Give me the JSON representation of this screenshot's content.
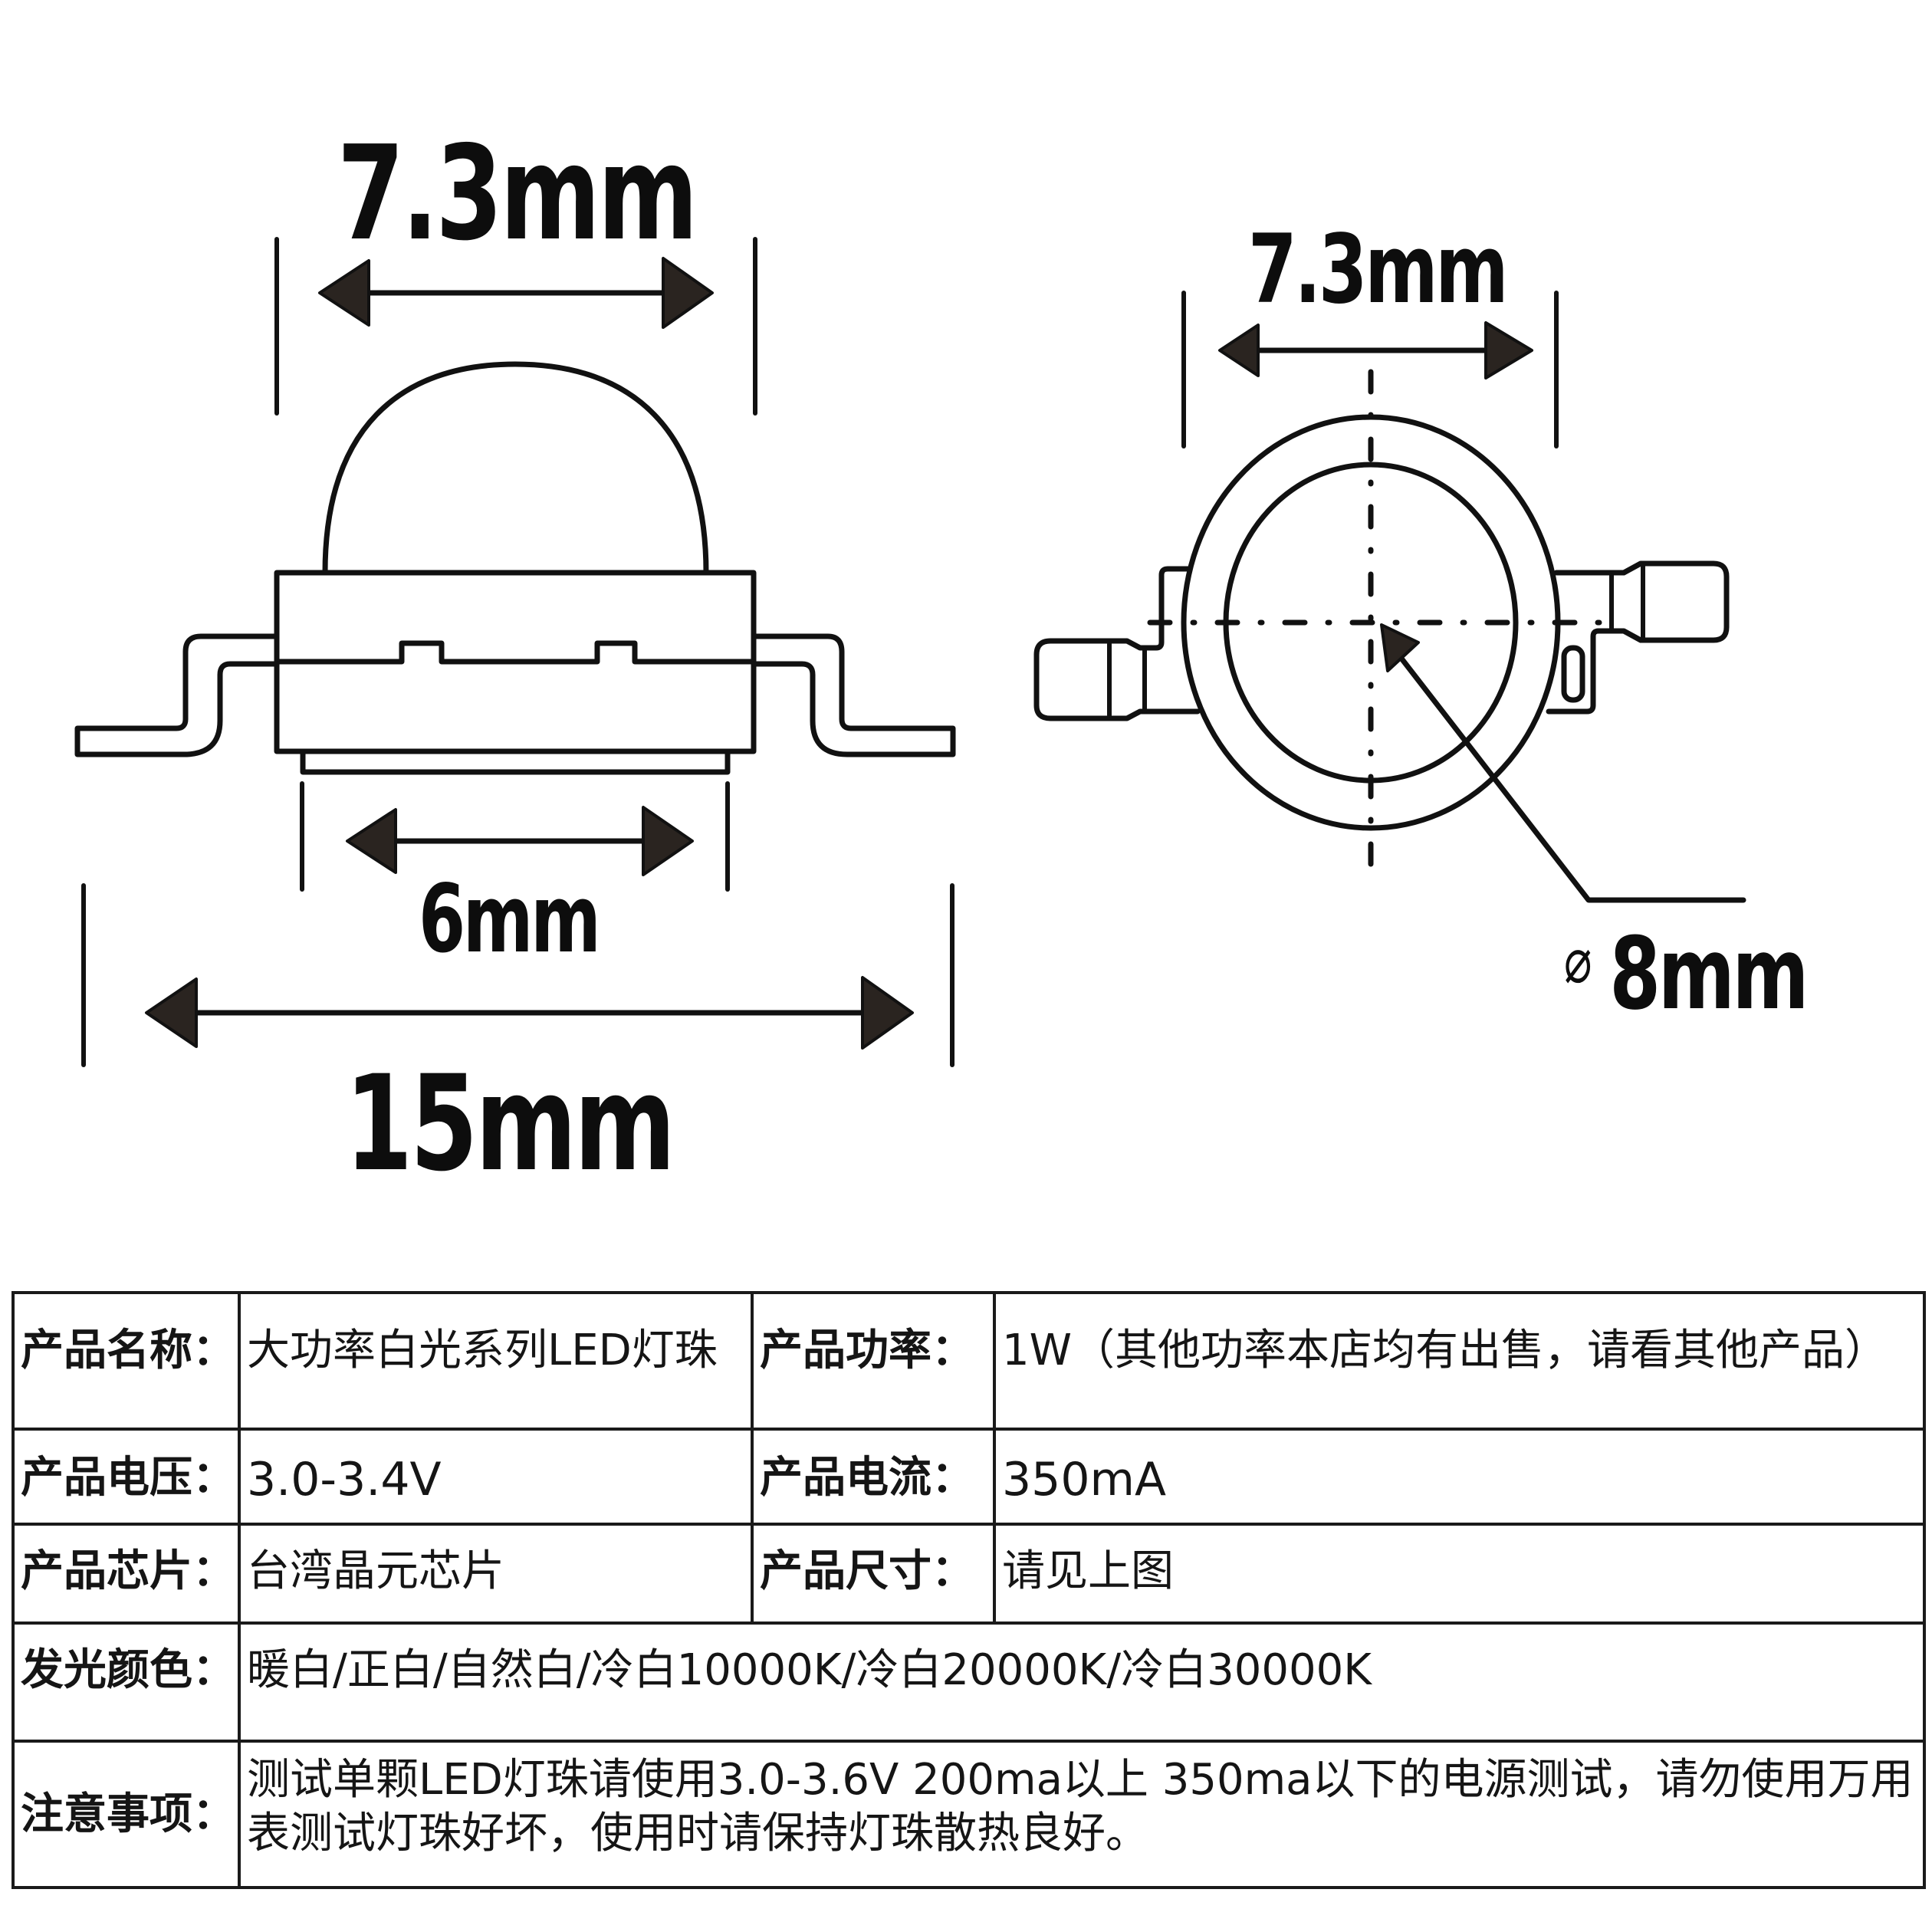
{
  "side_view": {
    "top_width_label": "7.3mm",
    "base_width_label": "6mm",
    "total_width_label": "15mm"
  },
  "top_view": {
    "width_label": "7.3mm",
    "diameter_symbol": "⌀",
    "diameter_label": "8mm"
  },
  "spec_table": {
    "rows": [
      {
        "label_1": "产品名称：",
        "value_1": "大功率白光系列LED灯珠",
        "label_2": "产品功率：",
        "value_2": "1W（其他功率本店均有出售，请看其他产品）"
      },
      {
        "label_1": "产品电压：",
        "value_1": "3.0-3.4V",
        "label_2": "产品电流：",
        "value_2": "350mA"
      },
      {
        "label_1": "产品芯片：",
        "value_1": "台湾晶元芯片",
        "label_2": "产品尺寸：",
        "value_2": "请见上图"
      },
      {
        "label": "发光颜色：",
        "value": "暖白/正白/自然白/冷白10000K/冷白20000K/冷白30000K"
      },
      {
        "label": "注意事项：",
        "value": "测试单颗LED灯珠请使用3.0-3.6V 200ma以上 350ma以下的电源测试，请勿使用万用表测试灯珠好坏，使用时请保持灯珠散热良好。"
      }
    ]
  },
  "colors": {
    "line": "#111111",
    "arrow_fill": "#2a2420",
    "background": "#ffffff"
  }
}
